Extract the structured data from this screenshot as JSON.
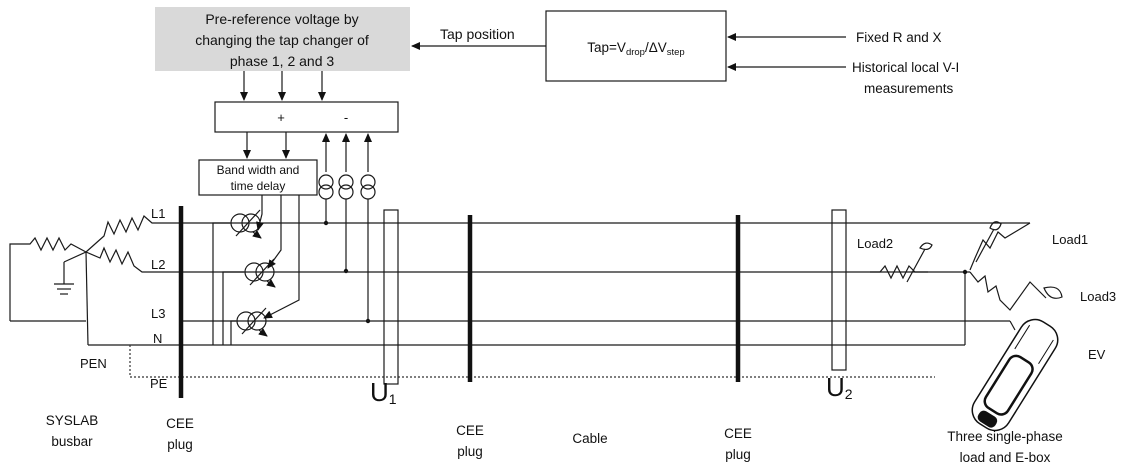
{
  "top_box": {
    "line1": "Pre-reference voltage by",
    "line2": "changing the tap changer of",
    "line3": "phase 1, 2 and 3"
  },
  "tap_position": "Tap position",
  "tap_formula": {
    "lhs": "Tap=V",
    "sub1": "drop",
    "mid": "/ΔV",
    "sub2": "step"
  },
  "inputs": {
    "fixed": "Fixed R and X",
    "hist1": "Historical local V-I",
    "hist2": "measurements"
  },
  "comparator": {
    "plus": "+",
    "minus": "-"
  },
  "bandwidth": {
    "line1": "Band width and",
    "line2": "time delay"
  },
  "lines": {
    "l1": "L1",
    "l2": "L2",
    "l3": "L3",
    "n": "N",
    "pen": "PEN",
    "pe": "PE"
  },
  "measure": {
    "u1": "U",
    "u1_sub": "1",
    "u2": "U",
    "u2_sub": "2"
  },
  "loads": {
    "load1": "Load1",
    "load2": "Load2",
    "load3": "Load3",
    "ev": "EV"
  },
  "bottom": {
    "syslab1": "SYSLAB",
    "syslab2": "busbar",
    "cee1a": "CEE",
    "cee1b": "plug",
    "cee2a": "CEE",
    "cee2b": "plug",
    "cable": "Cable",
    "cee3a": "CEE",
    "cee3b": "plug",
    "three1": "Three single-phase",
    "three2": "load and E-box"
  }
}
